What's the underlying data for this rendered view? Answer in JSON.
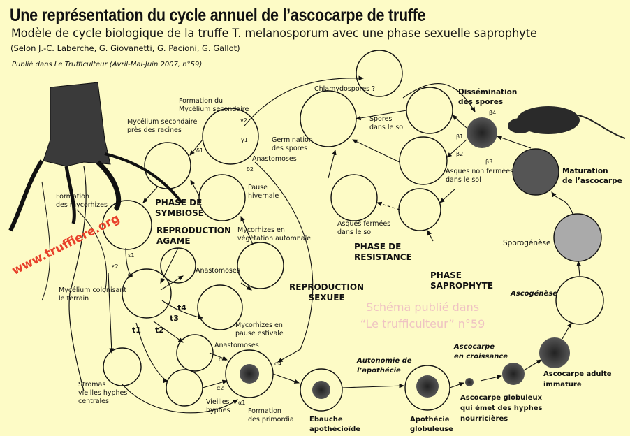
{
  "header": {
    "title": "Une représentation du cycle annuel de l’ascocarpe de truffe",
    "subtitle": "Modèle de cycle biologique de la truffe T. melanosporum avec une phase sexuelle saprophyte",
    "authors": "(Selon J.-C. Laberche, G. Giovanetti, G. Pacioni, G. Gallot)",
    "published": "Publié dans Le Trufficulteur (Avril-Mai-Juin 2007, n°59)"
  },
  "watermark": "www.truffiere.org",
  "stamp": {
    "line1": "Schéma publié dans",
    "line2": "“Le trufficulteur” n°59"
  },
  "phases": {
    "symbiose": [
      "PHASE DE",
      "SYMBIOSE"
    ],
    "agame": [
      "REPRODUCTION",
      "AGAME"
    ],
    "sexuee": [
      "REPRODUCTION",
      "SEXUEE"
    ],
    "resistance": [
      "PHASE DE",
      "RESISTANCE"
    ],
    "saprophyte": [
      "PHASE",
      "SAPROPHYTE"
    ]
  },
  "labels": {
    "formation_mycelium": [
      "Formation du",
      "Mycélium secondaire"
    ],
    "mycelium_racines": [
      "Mycélium secondaire",
      "près des racines"
    ],
    "chlamydospores": "Chlamydospores ?",
    "dissemination": [
      "Dissémination",
      "des spores"
    ],
    "spores_sol": [
      "Spores",
      "dans le sol"
    ],
    "germination": [
      "Germination",
      "des spores"
    ],
    "anastomoses_top": "Anastomoses",
    "asques_non_fermees": [
      "Asques non fermées",
      "dans le sol"
    ],
    "maturation": [
      "Maturation",
      "de l’ascocarpe"
    ],
    "pause_hivernale": [
      "Pause",
      "hivernale"
    ],
    "formation_mycorhizes": [
      "Formation",
      "des mycorhizes"
    ],
    "asques_fermees": [
      "Asques fermées",
      "dans le sol"
    ],
    "mycorhizes_automnale": [
      "Mycorhizes en",
      "végétation automnale"
    ],
    "anastomoses_mid": "Anastomoses",
    "mycelium_colonisant": [
      "Mycélium colonisant",
      "le terrain"
    ],
    "sporogenese": "Sporogénèse",
    "ascogenese": "Ascogénèse",
    "mycorhizes_estivale": [
      "Mycorhizes en",
      "pause estivale"
    ],
    "anastomoses_low": "Anastomoses",
    "ascocarpe_croissance": [
      "Ascocarpe",
      "en croissance"
    ],
    "autonomie": [
      "Autonomie de",
      "l’apothécie"
    ],
    "stromas": [
      "Stromas",
      "vieilles hyphes",
      "centrales"
    ],
    "vieilles_hyphes": [
      "Vieilles",
      "hyphes"
    ],
    "formation_primordia": [
      "Formation",
      "des primordia"
    ],
    "ebauche": [
      "Ebauche",
      "apothécioïde"
    ],
    "apothecie": [
      "Apothécie",
      "globuleuse"
    ],
    "ascocarpe_globuleux": [
      "Ascocarpe globuleux",
      "qui émet des hyphes",
      "nourricières"
    ],
    "ascocarpe_adulte": [
      "Ascocarpe adulte",
      "immature"
    ]
  },
  "greek": {
    "gamma2": "γ2",
    "gamma1": "γ1",
    "delta1": "δ1",
    "delta2": "δ2",
    "beta1": "β1",
    "beta2": "β2",
    "beta3": "β3",
    "beta4": "β4",
    "eps1": "ε1",
    "eps2": "ε2",
    "alpha1": "α1",
    "alpha2": "α2",
    "alpha3": "α3",
    "alpha4": "α4",
    "t1": "t1",
    "t2": "t2",
    "t3": "t3",
    "t4": "t4"
  }
}
